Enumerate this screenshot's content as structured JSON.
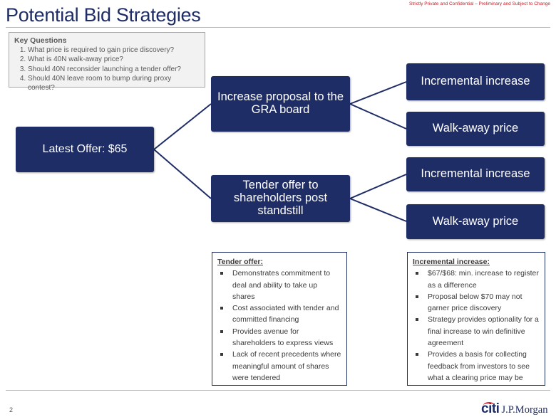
{
  "header": {
    "title": "Potential Bid Strategies",
    "confidential": "Strictly Private and Confidential – Preliminary and Subject to Change"
  },
  "key_questions": {
    "title": "Key Questions",
    "items": [
      "What price is required to gain price discovery?",
      "What is 40N walk-away price?",
      "Should 40N reconsider launching a tender offer?",
      "Should 40N leave room to bump during proxy contest?"
    ]
  },
  "tree": {
    "root": "Latest Offer: $65",
    "branch_1": "Increase proposal to the GRA board",
    "branch_2": "Tender offer to shareholders post standstill",
    "leaf_1": "Incremental increase",
    "leaf_2": "Walk-away price",
    "leaf_3": "Incremental increase",
    "leaf_4": "Walk-away price"
  },
  "notes": {
    "tender": {
      "title": "Tender offer:",
      "bullets": [
        "Demonstrates commitment to deal and ability to take up shares",
        "Cost associated with tender and committed financing",
        "Provides avenue for shareholders to express views",
        "Lack of recent precedents where meaningful amount of shares were tendered"
      ]
    },
    "incremental": {
      "title": "Incremental increase:",
      "bullets": [
        "$67/$68: min. increase to register as a difference",
        "Proposal below $70 may not garner price discovery",
        "Strategy provides optionality for a final increase to win definitive agreement",
        "Provides a basis for collecting feedback from investors to see what a clearing price may be"
      ]
    }
  },
  "footer": {
    "page_number": "2",
    "logo_citi": "citi",
    "logo_jpm": "J.P.Morgan"
  },
  "colors": {
    "box_fill": "#1f2d66",
    "title": "#1f2d66",
    "confidential": "#c0222a"
  }
}
